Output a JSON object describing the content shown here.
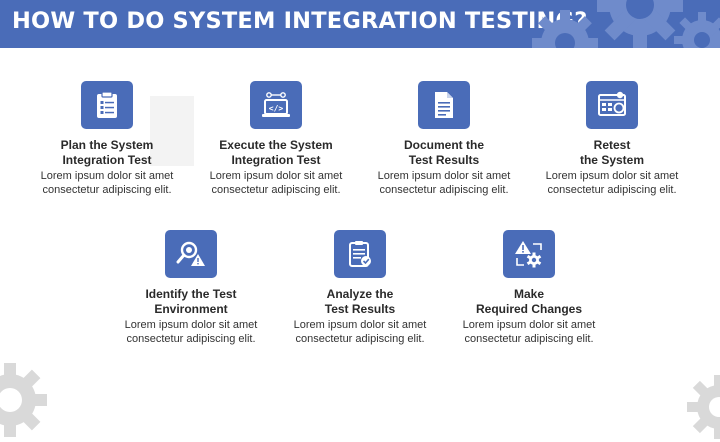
{
  "header": {
    "title": "HOW TO DO SYSTEM INTEGRATION TESTING?"
  },
  "colors": {
    "accent": "#4a6cb8",
    "gear": "#dde4f0",
    "gear_light": "#d9d9d9"
  },
  "steps": [
    {
      "icon": "checklist-icon",
      "title_lines": [
        "Plan the System",
        "Integration Test"
      ],
      "desc_lines": [
        "Lorem ipsum dolor sit amet",
        "consectetur adipiscing elit."
      ]
    },
    {
      "icon": "laptop-code-icon",
      "title_lines": [
        "Execute the System",
        "Integration Test"
      ],
      "desc_lines": [
        "Lorem ipsum dolor sit amet",
        "consectetur adipiscing elit."
      ]
    },
    {
      "icon": "document-icon",
      "title_lines": [
        "Document the",
        "Test Results"
      ],
      "desc_lines": [
        "Lorem ipsum dolor sit amet",
        "consectetur adipiscing elit."
      ]
    },
    {
      "icon": "system-retest-icon",
      "title_lines": [
        "Retest",
        "the System"
      ],
      "desc_lines": [
        "Lorem ipsum dolor sit amet",
        "consectetur adipiscing elit."
      ]
    },
    {
      "icon": "magnifier-warning-icon",
      "title_lines": [
        "Identify the Test",
        "Environment"
      ],
      "desc_lines": [
        "Lorem ipsum dolor sit amet",
        "consectetur adipiscing elit."
      ]
    },
    {
      "icon": "clipboard-check-icon",
      "title_lines": [
        "Analyze the",
        "Test Results"
      ],
      "desc_lines": [
        "Lorem ipsum dolor sit amet",
        "consectetur adipiscing elit."
      ]
    },
    {
      "icon": "warning-gear-icon",
      "title_lines": [
        "Make",
        "Required Changes"
      ],
      "desc_lines": [
        "Lorem ipsum dolor sit amet",
        "consectetur adipiscing elit."
      ]
    }
  ]
}
